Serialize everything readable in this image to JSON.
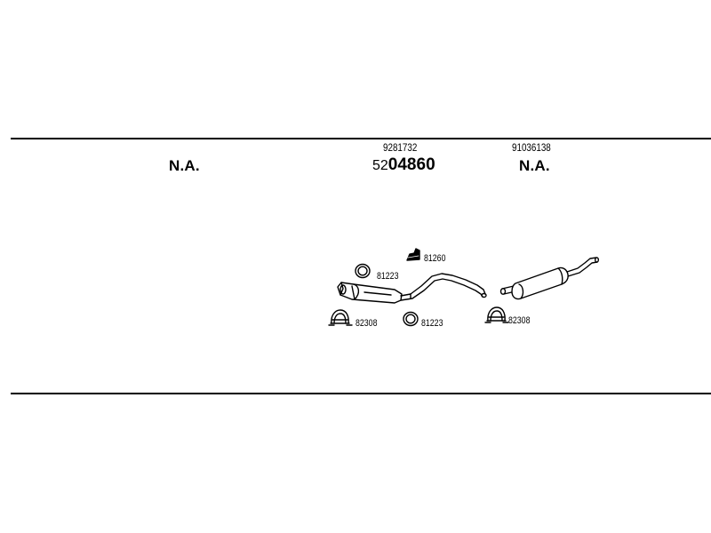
{
  "header": {
    "col1_status": "N.A.",
    "col2_oe_number": "9281732",
    "col2_ref_prefix": "52",
    "col2_ref_rest": "04860",
    "col3_oe_number": "91036138",
    "col3_status": "N.A."
  },
  "parts": {
    "seal_upper": "81223",
    "bracket": "81260",
    "clamp_left": "82308",
    "seal_lower": "81223",
    "clamp_right": "82308"
  },
  "colors": {
    "line": "#000000",
    "background": "#ffffff"
  }
}
